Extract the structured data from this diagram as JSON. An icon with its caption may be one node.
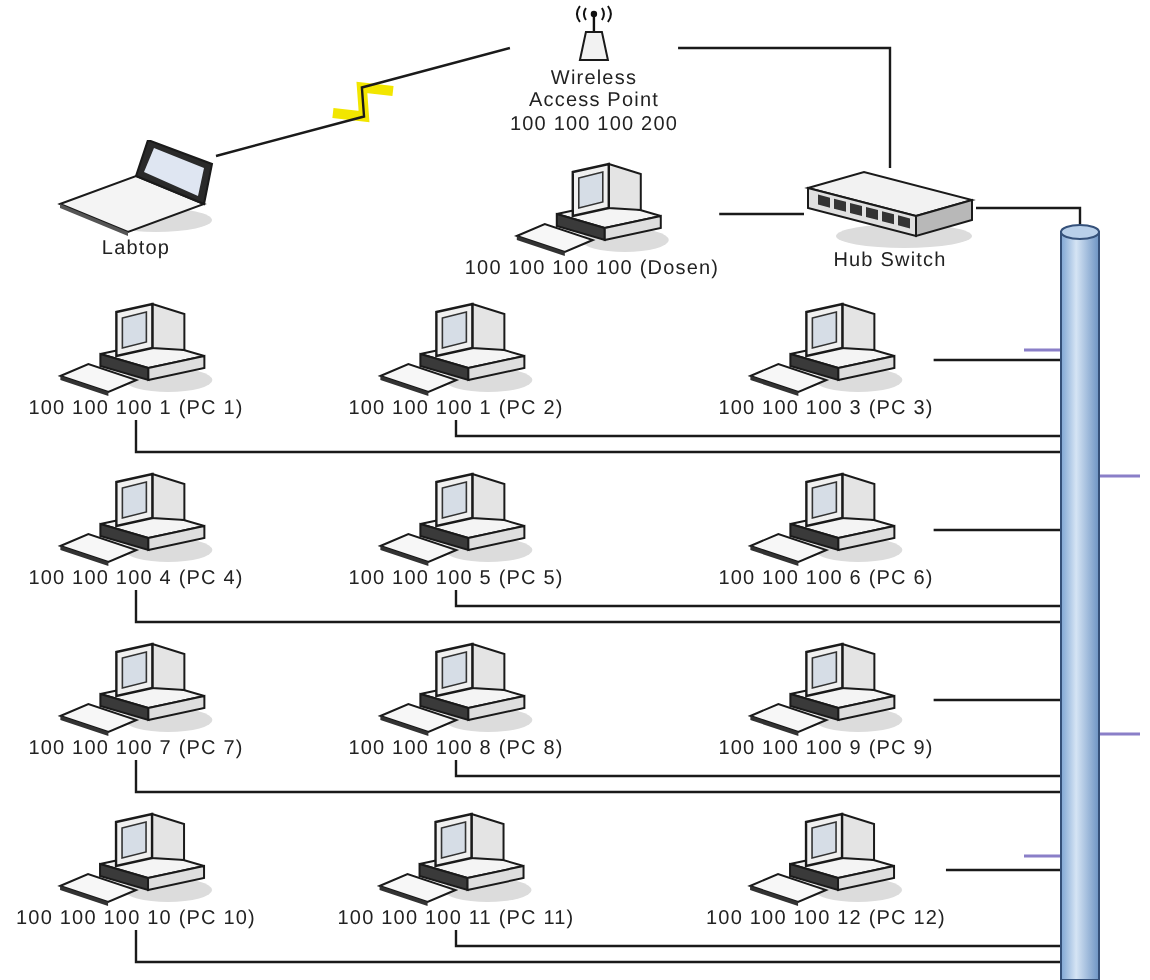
{
  "diagram": {
    "nodes": [
      {
        "text": [
          "Wireless Access Point",
          "100 100 100 200"
        ]
      },
      {
        "text": [
          "Labtop"
        ]
      },
      {
        "text": [
          "100 100 100 100 (Dosen)"
        ]
      },
      {
        "text": [
          "Hub Switch"
        ]
      },
      {
        "text": [],
        "shape": "cylinder"
      },
      {
        "text": [
          "100 100 100 1 (PC 1)"
        ]
      },
      {
        "text": [
          "100 100 100 1 (PC 2)"
        ]
      },
      {
        "text": [
          "100 100 100 3 (PC 3)"
        ]
      },
      {
        "text": [
          "100 100 100 4 (PC 4)"
        ]
      },
      {
        "text": [
          "100 100 100 5 (PC 5)"
        ]
      },
      {
        "text": [
          "100 100 100 6 (PC 6)"
        ]
      },
      {
        "text": [
          "100 100 100 7 (PC 7)"
        ]
      },
      {
        "text": [
          "100 100 100 8 (PC 8)"
        ]
      },
      {
        "text": [
          "100 100 100 9 (PC 9)"
        ]
      },
      {
        "text": [
          "100 100 100 10 (PC 10)"
        ]
      },
      {
        "text": [
          "100 100 100 11 (PC 11)"
        ]
      },
      {
        "text": [
          "100 100 100 12 (PC 12)"
        ]
      }
    ],
    "edges": [
      {
        "from": 1,
        "to": 0,
        "arrow": "none"
      },
      {
        "from": 0,
        "to": 3,
        "arrow": "none"
      },
      {
        "from": 2,
        "to": 3,
        "arrow": "none"
      },
      {
        "from": 3,
        "to": 4,
        "arrow": "none"
      },
      {
        "from": 5,
        "to": 4,
        "arrow": "none"
      },
      {
        "from": 6,
        "to": 4,
        "arrow": "none"
      },
      {
        "from": 7,
        "to": 4,
        "arrow": "none"
      },
      {
        "from": 8,
        "to": 4,
        "arrow": "none"
      },
      {
        "from": 9,
        "to": 4,
        "arrow": "none"
      },
      {
        "from": 10,
        "to": 4,
        "arrow": "none"
      },
      {
        "from": 11,
        "to": 4,
        "arrow": "none"
      },
      {
        "from": 12,
        "to": 4,
        "arrow": "none"
      },
      {
        "from": 13,
        "to": 4,
        "arrow": "none"
      },
      {
        "from": 14,
        "to": 4,
        "arrow": "none"
      },
      {
        "from": 15,
        "to": 4,
        "arrow": "none"
      },
      {
        "from": 16,
        "to": 4,
        "arrow": "none"
      }
    ]
  }
}
